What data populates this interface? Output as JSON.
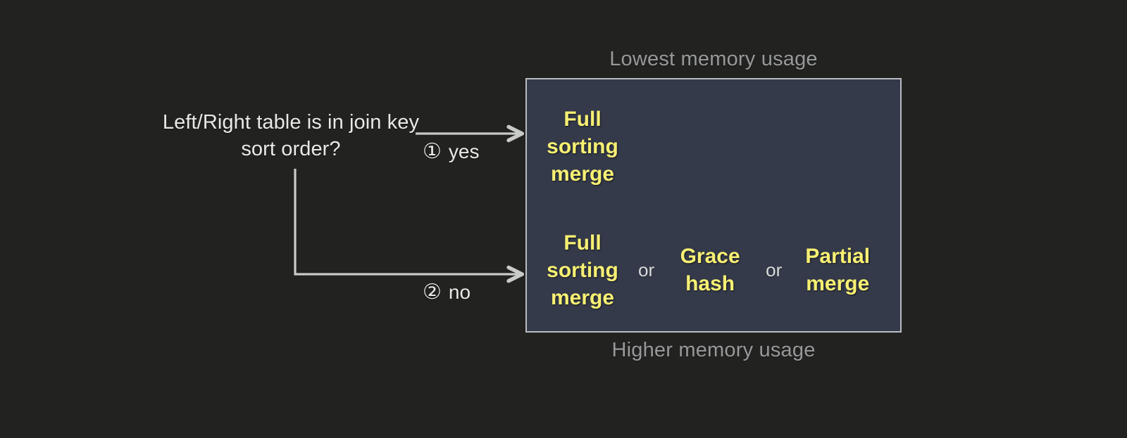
{
  "diagram": {
    "question": "Left/Right table is in\njoin key sort order?",
    "branches": [
      {
        "marker": "①",
        "label": "yes"
      },
      {
        "marker": "②",
        "label": "no"
      }
    ],
    "captions": {
      "top": "Lowest memory usage",
      "bottom": "Higher memory usage"
    },
    "panel": {
      "rows": [
        {
          "options": [
            {
              "text": "Full\nsorting\nmerge"
            }
          ],
          "separators": []
        },
        {
          "options": [
            {
              "text": "Full\nsorting\nmerge"
            },
            {
              "text": "Grace\nhash"
            },
            {
              "text": "Partial\nmerge"
            }
          ],
          "separators": [
            "or",
            "or"
          ]
        }
      ]
    },
    "colors": {
      "background": "#222320",
      "panel_fill": "#343a4a",
      "panel_border": "#b9bcc2",
      "option_text": "#f7f073",
      "body_text": "#e9e9e6",
      "caption_text": "#97999a",
      "connector": "#c9cbc9"
    }
  }
}
